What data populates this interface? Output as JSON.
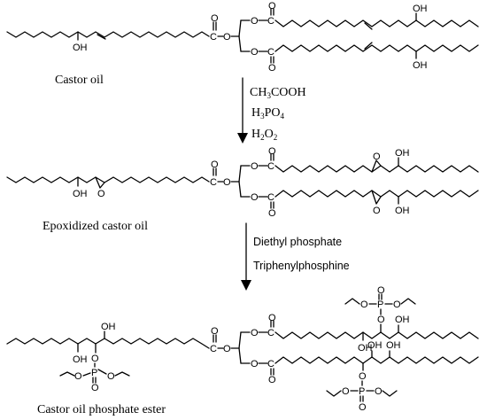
{
  "molecules": {
    "castor_oil": {
      "label": "Castor oil",
      "oh": "OH",
      "o": "O",
      "c": "C"
    },
    "epoxidized": {
      "label": "Epoxidized  castor oil",
      "oh": "OH",
      "o": "O",
      "c": "C"
    },
    "phosphate": {
      "label": "Castor oil phosphate ester",
      "oh": "OH",
      "o": "O",
      "p": "P",
      "c": "C"
    }
  },
  "step1": {
    "reagent1": "CH3COOH",
    "reagent1_main": "CH",
    "reagent1_sub": "3",
    "reagent1_tail": "COOH",
    "reagent2_main": "H",
    "reagent2_sub1": "3",
    "reagent2_mid": "PO",
    "reagent2_sub2": "4",
    "reagent3_main": "H",
    "reagent3_sub1": "2",
    "reagent3_mid": "O",
    "reagent3_sub2": "2"
  },
  "step2": {
    "reagent1": "Diethyl phosphate",
    "reagent2": "Triphenylphosphine"
  },
  "colors": {
    "ink": "#000000",
    "background": "#ffffff"
  }
}
